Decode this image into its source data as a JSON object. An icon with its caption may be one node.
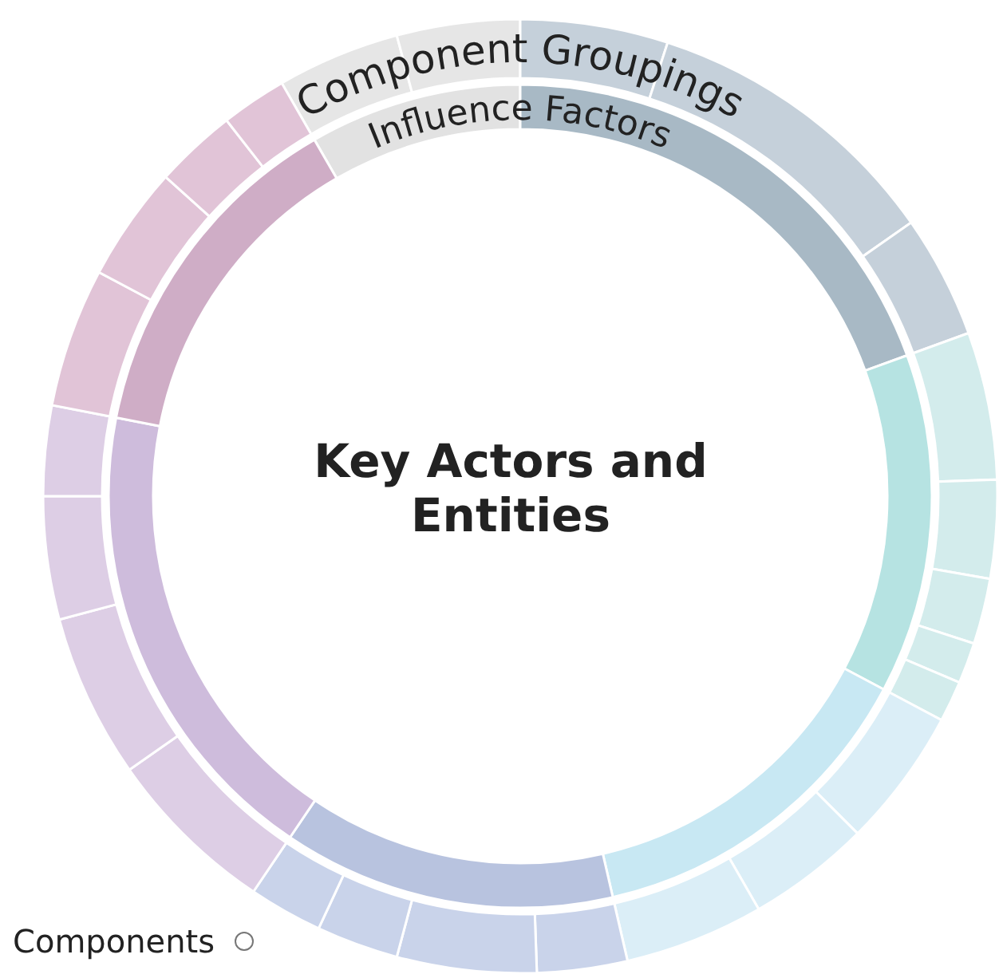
{
  "diagram": {
    "labels": [
      "Component Groupings",
      "Influence Factors",
      "Key Actors and Entities",
      "Components"
    ]
  }
}
